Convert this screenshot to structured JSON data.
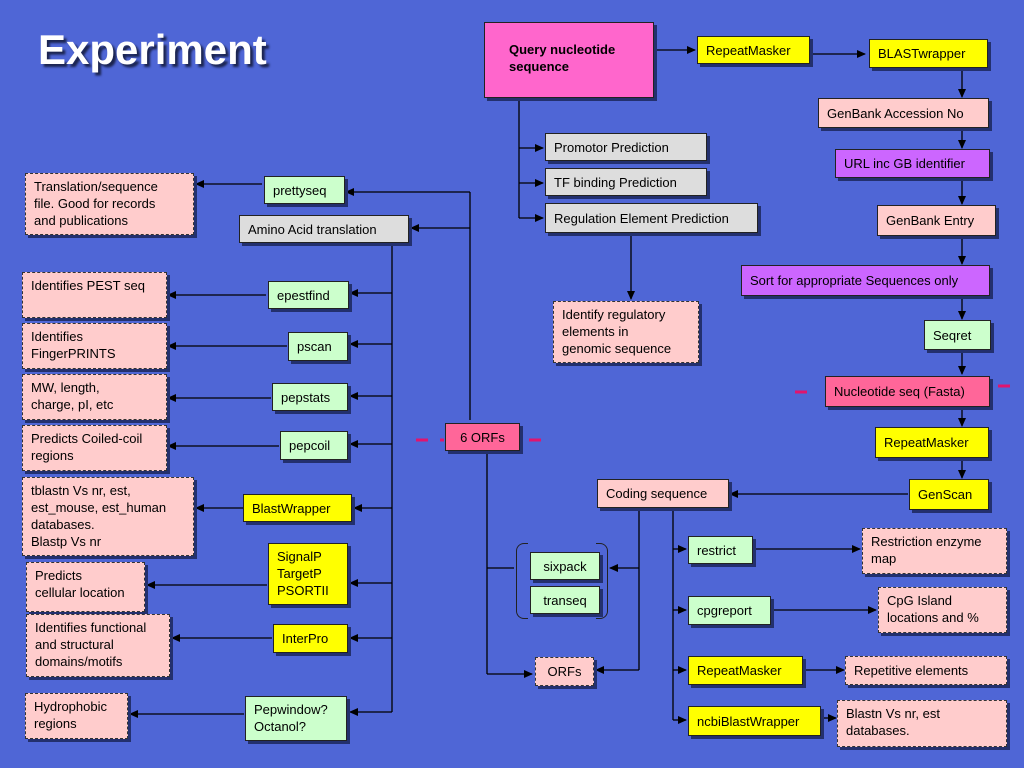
{
  "title": "Experiment",
  "nodes": {
    "query": "Query nucleotide\nsequence",
    "repeatmasker_top": "RepeatMasker",
    "blastwrapper_top": "BLASTwrapper",
    "genbank_accession": "GenBank Accession No",
    "url_gb": "URL inc GB identifier",
    "genbank_entry": "GenBank Entry",
    "sort_sequences": "Sort for appropriate Sequences only",
    "seqret": "Seqret",
    "nucleotide_fasta": "Nucleotide seq (Fasta)",
    "repeatmasker_mid": "RepeatMasker",
    "genscan": "GenScan",
    "coding_sequence": "Coding sequence",
    "promotor": "Promotor Prediction",
    "tf_binding": "TF binding Prediction",
    "regulation": "Regulation Element Prediction",
    "identify_regulatory": "Identify regulatory\nelements in\ngenomic sequence",
    "six_orfs": "6 ORFs",
    "sixpack": "sixpack",
    "transeq": "transeq",
    "orfs": "ORFs",
    "restrict": "restrict",
    "restriction_map": "Restriction enzyme\nmap",
    "cpgreport": "cpgreport",
    "cpg_island": "CpG Island\nlocations and %",
    "repeatmasker_bottom": "RepeatMasker",
    "repetitive": "Repetitive elements",
    "ncbiblast": "ncbiBlastWrapper",
    "blastn_result": "Blastn Vs nr, est\ndatabases.",
    "prettyseq": "prettyseq",
    "translation_file": "Translation/sequence\nfile. Good for records\nand publications",
    "amino_acid": "Amino Acid translation",
    "epestfind": "epestfind",
    "pest": "Identifies PEST seq",
    "pscan": "pscan",
    "fingerprints": "Identifies\nFingerPRINTS",
    "pepstats": "pepstats",
    "mw_length": "MW, length,\ncharge, pI, etc",
    "pepcoil": "pepcoil",
    "coiled_coil": "Predicts Coiled-coil\nregions",
    "blastwrapper_left": "BlastWrapper",
    "tblastn": "tblastn Vs nr, est,\nest_mouse, est_human\ndatabases.\nBlastp Vs nr",
    "signalp": "SignalP\nTargetP\nPSORTII",
    "cellular_location": "Predicts\ncellular location",
    "interpro": "InterPro",
    "functional_domains": "Identifies functional\nand structural\ndomains/motifs",
    "pepwindow": "Pepwindow?\nOctanol?",
    "hydrophobic": "Hydrophobic\nregions"
  },
  "colors": {
    "background": "#4f66d6",
    "tool_yellow": "#ffff00",
    "tool_green": "#ccffcc",
    "result_pink": "#ffcccc",
    "step_grey": "#dddddd",
    "step_purple": "#cc66ff",
    "query_magenta": "#ff66cc",
    "highlight_rose": "#ff6699",
    "dash_marker": "#e0146e"
  }
}
